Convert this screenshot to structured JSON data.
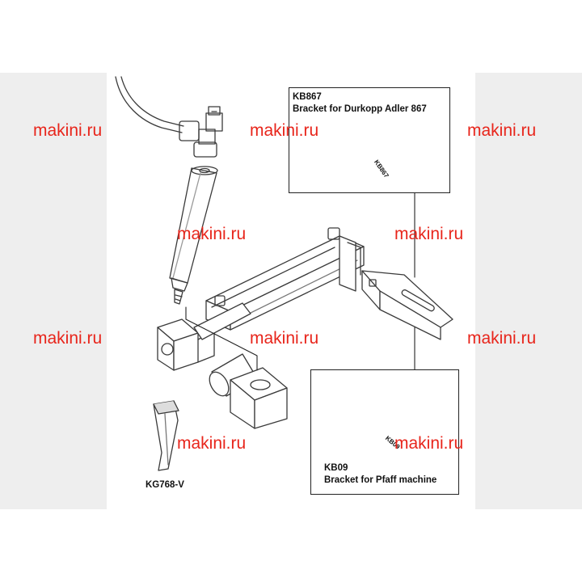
{
  "watermark": {
    "text": "makini.ru",
    "color": "#e8251b"
  },
  "callouts": {
    "kb867": {
      "code": "KB867",
      "description": "Bracket for Durkopp Adler 867"
    },
    "kb09": {
      "code": "KB09",
      "description": "Bracket for Pfaff machine"
    },
    "kg768": {
      "code": "KG768-V"
    }
  },
  "part_markings": {
    "kb867_plate": "KB867",
    "kb09_plate": "KB09"
  }
}
